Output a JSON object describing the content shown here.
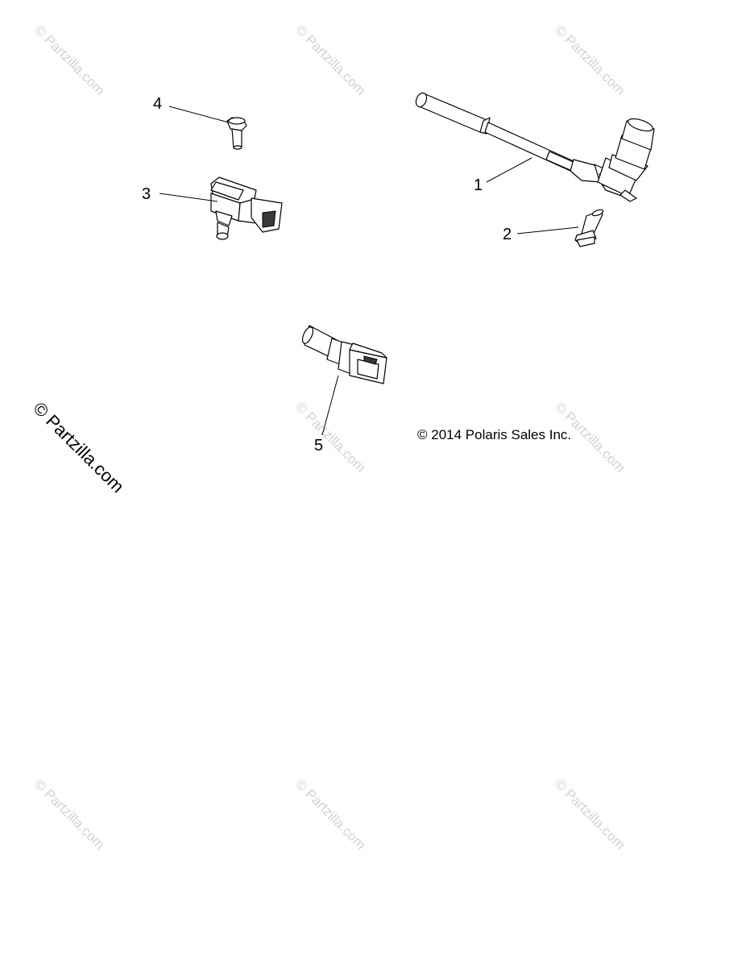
{
  "diagram": {
    "callouts": [
      {
        "id": "1",
        "label": "1"
      },
      {
        "id": "2",
        "label": "2"
      },
      {
        "id": "3",
        "label": "3"
      },
      {
        "id": "4",
        "label": "4"
      },
      {
        "id": "5",
        "label": "5"
      }
    ],
    "copyright": "© 2014 Polaris Sales Inc.",
    "watermark": "© Partzilla.com",
    "colors": {
      "line": "#000000",
      "watermark": "#d2d2d2",
      "background": "#ffffff"
    }
  }
}
